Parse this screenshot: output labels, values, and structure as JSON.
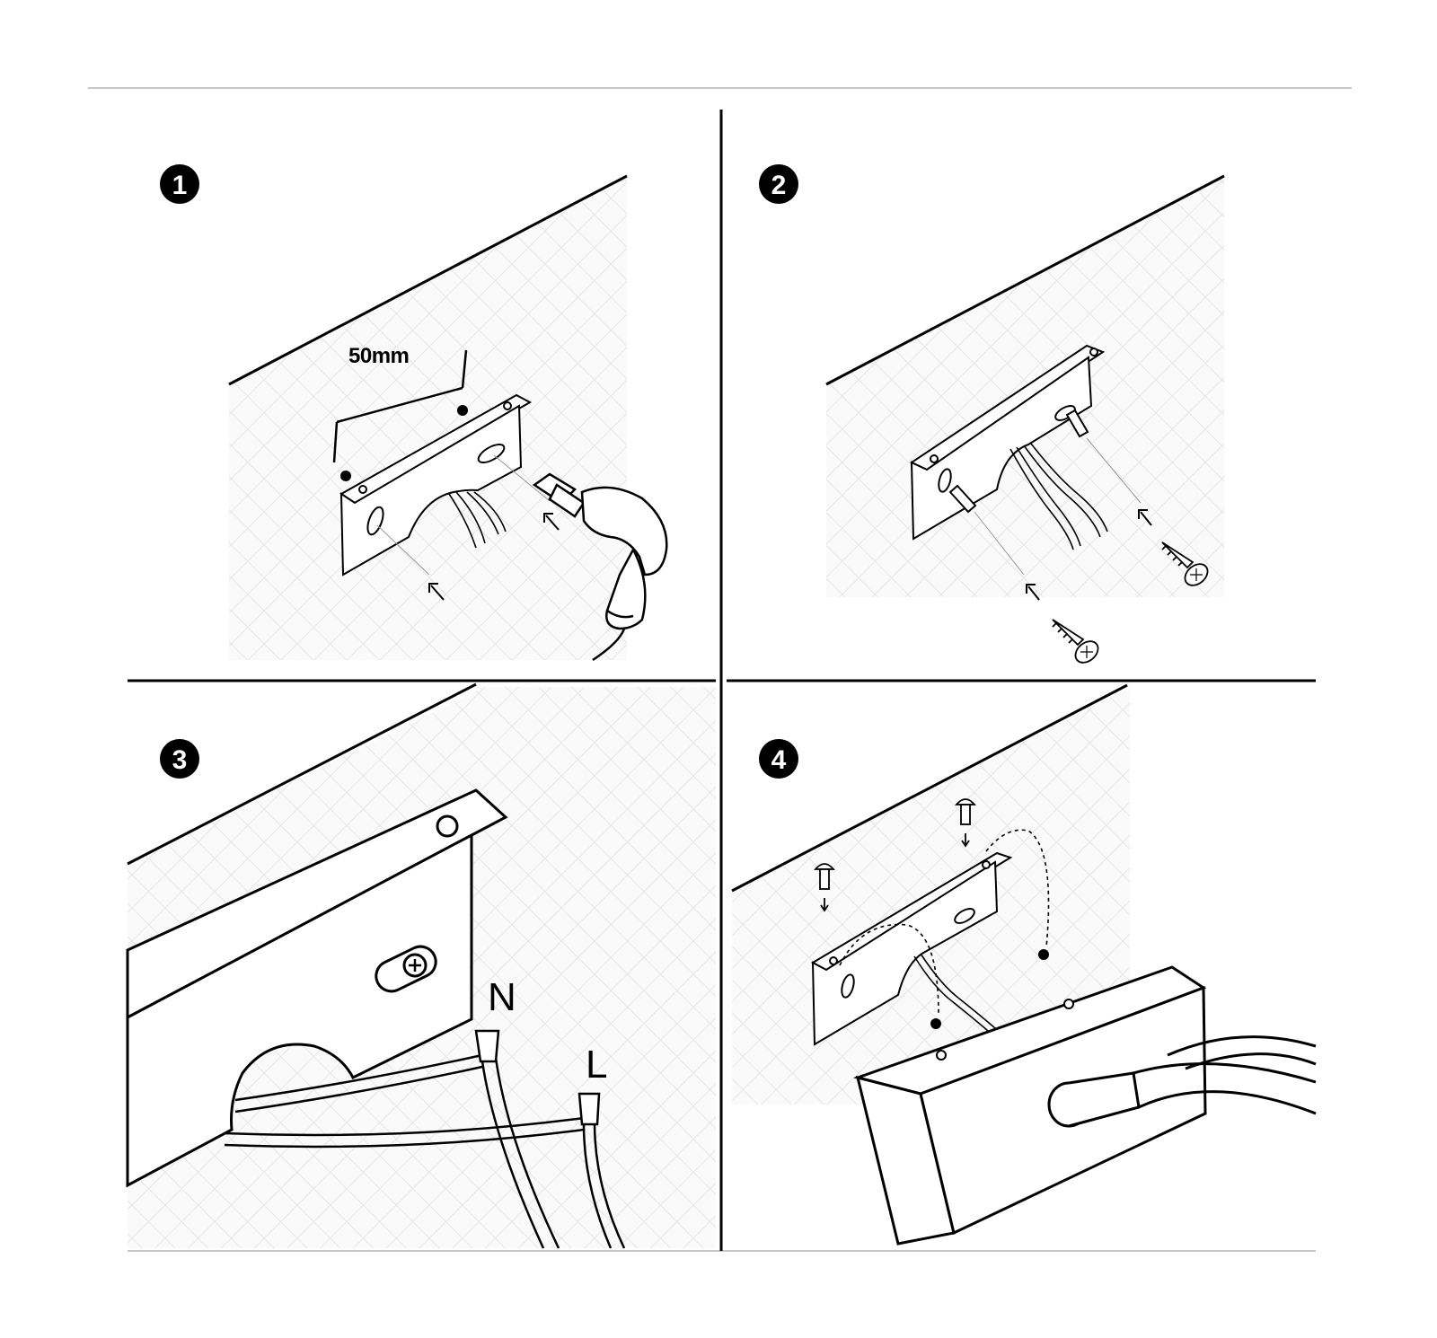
{
  "steps": [
    {
      "number": "1",
      "dimension_label": "50mm"
    },
    {
      "number": "2"
    },
    {
      "number": "3",
      "neutral_label": "N",
      "live_label": "L"
    },
    {
      "number": "4"
    }
  ],
  "colors": {
    "line": "#000000",
    "rule": "#b3b3b3",
    "wall_pattern": "#d9d9d9",
    "background": "#ffffff"
  }
}
